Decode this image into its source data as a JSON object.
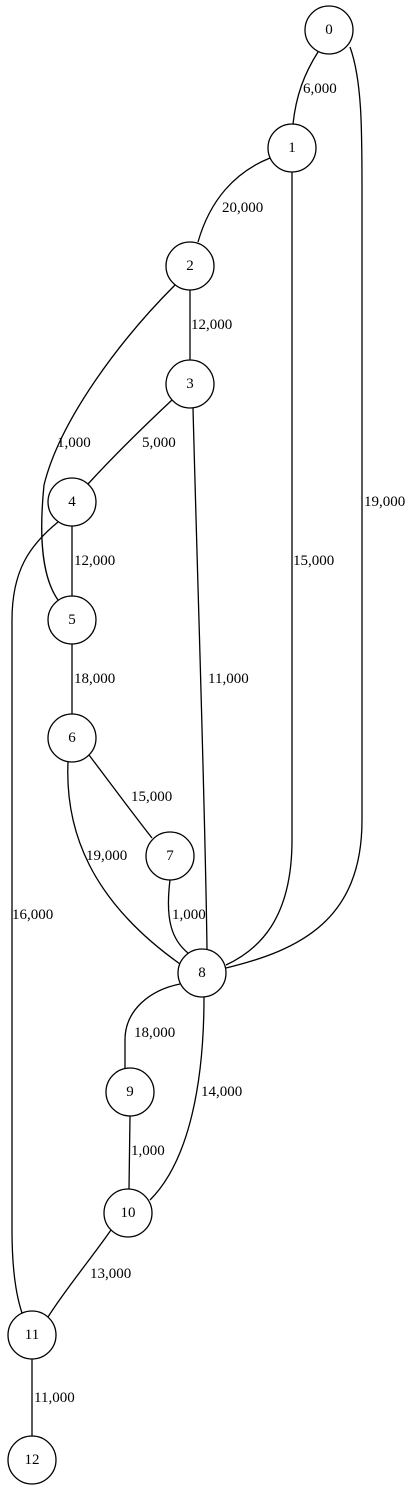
{
  "graph": {
    "nodes": [
      {
        "id": "0",
        "label": "0"
      },
      {
        "id": "1",
        "label": "1"
      },
      {
        "id": "2",
        "label": "2"
      },
      {
        "id": "3",
        "label": "3"
      },
      {
        "id": "4",
        "label": "4"
      },
      {
        "id": "5",
        "label": "5"
      },
      {
        "id": "6",
        "label": "6"
      },
      {
        "id": "7",
        "label": "7"
      },
      {
        "id": "8",
        "label": "8"
      },
      {
        "id": "9",
        "label": "9"
      },
      {
        "id": "10",
        "label": "10"
      },
      {
        "id": "11",
        "label": "11"
      },
      {
        "id": "12",
        "label": "12"
      }
    ],
    "edges": [
      {
        "from": "0",
        "to": "1",
        "label": "6,000"
      },
      {
        "from": "0",
        "to": "8",
        "label": "19,000"
      },
      {
        "from": "1",
        "to": "2",
        "label": "20,000"
      },
      {
        "from": "1",
        "to": "8",
        "label": "15,000"
      },
      {
        "from": "2",
        "to": "3",
        "label": "12,000"
      },
      {
        "from": "2",
        "to": "5",
        "label": "1,000"
      },
      {
        "from": "3",
        "to": "4",
        "label": "5,000"
      },
      {
        "from": "3",
        "to": "8",
        "label": "11,000"
      },
      {
        "from": "4",
        "to": "5",
        "label": "12,000"
      },
      {
        "from": "4",
        "to": "11",
        "label": "16,000"
      },
      {
        "from": "5",
        "to": "6",
        "label": "18,000"
      },
      {
        "from": "6",
        "to": "7",
        "label": "15,000"
      },
      {
        "from": "6",
        "to": "8",
        "label": "19,000"
      },
      {
        "from": "7",
        "to": "8",
        "label": "1,000"
      },
      {
        "from": "8",
        "to": "9",
        "label": "18,000"
      },
      {
        "from": "8",
        "to": "10",
        "label": "14,000"
      },
      {
        "from": "9",
        "to": "10",
        "label": "1,000"
      },
      {
        "from": "10",
        "to": "11",
        "label": "13,000"
      },
      {
        "from": "11",
        "to": "12",
        "label": "11,000"
      }
    ]
  }
}
